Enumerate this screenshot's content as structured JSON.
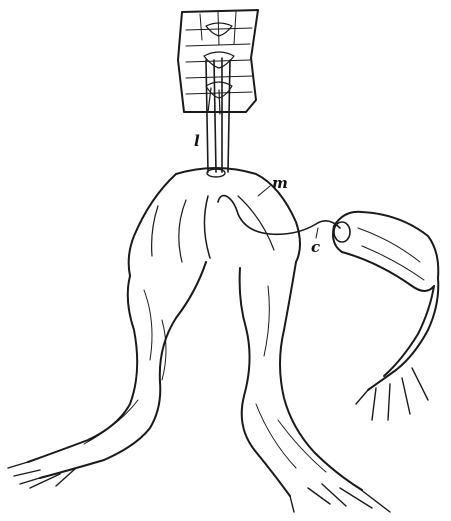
{
  "figure": {
    "labels": {
      "l": "l",
      "m": "m",
      "c": "c"
    }
  }
}
